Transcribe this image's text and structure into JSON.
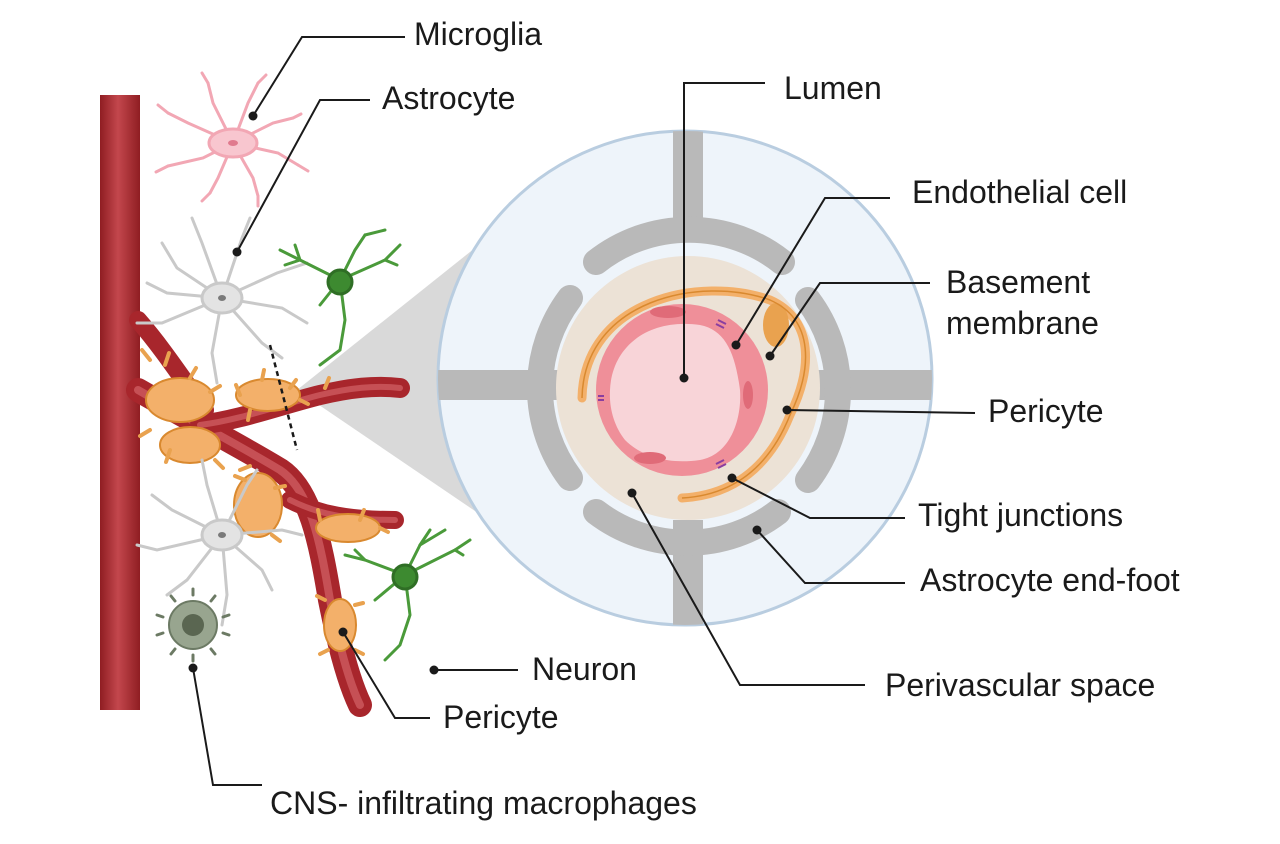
{
  "labels": {
    "microglia": "Microglia",
    "astrocyte": "Astrocyte",
    "lumen": "Lumen",
    "endothelial_cell": "Endothelial cell",
    "basement_membrane": "Basement\nmembrane",
    "pericyte_right": "Pericyte",
    "tight_junctions": "Tight junctions",
    "astrocyte_end_foot": "Astrocyte end-foot",
    "neuron": "Neuron",
    "perivascular_space": "Perivascular space",
    "pericyte_left": "Pericyte",
    "cns_macrophages": "CNS- infiltrating macrophages"
  },
  "colors": {
    "vessel": "#a8262c",
    "vessel_light": "#c65055",
    "pericyte": "#f3b06a",
    "pericyte_outline": "#d9892f",
    "endothelium": "#ef8f99",
    "lumen": "#f8d4d8",
    "endfoot": "#b9b9b9",
    "zoom_bg": "#eef4fa",
    "zoom_border": "#b9cde0",
    "perivascular": "#ece2d6",
    "neuron": "#4a9a3a",
    "microglia": "#f2a7b4",
    "astrocyte": "#c9c9c9",
    "macrophage": "#7a8a72",
    "leader": "#1a1a1a"
  }
}
